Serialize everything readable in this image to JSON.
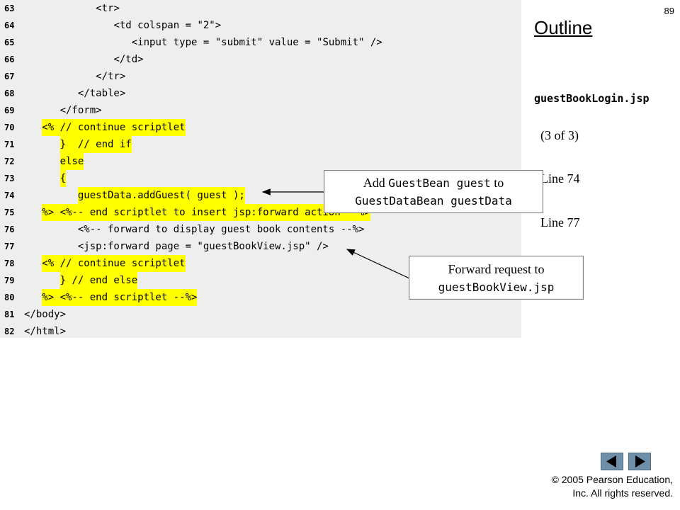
{
  "page_number": "89",
  "outline": {
    "title": "Outline",
    "file": "guestBookLogin.jsp",
    "part": "(3 of 3)",
    "line_refs": [
      "Line 74",
      "Line 77"
    ]
  },
  "code_lines": [
    {
      "num": "63",
      "text": "            <tr>",
      "highlight": false
    },
    {
      "num": "64",
      "text": "               <td colspan = \"2\">",
      "highlight": false
    },
    {
      "num": "65",
      "text": "                  <input type = \"submit\" value = \"Submit\" />",
      "highlight": false
    },
    {
      "num": "66",
      "text": "               </td>",
      "highlight": false
    },
    {
      "num": "67",
      "text": "            </tr>",
      "highlight": false
    },
    {
      "num": "68",
      "text": "         </table>",
      "highlight": false
    },
    {
      "num": "69",
      "text": "      </form>",
      "highlight": false
    },
    {
      "num": "70",
      "text": "   <% // continue scriptlet",
      "highlight": true
    },
    {
      "num": "71",
      "text": "      }  // end if",
      "highlight": true
    },
    {
      "num": "72",
      "text": "      else",
      "highlight": true
    },
    {
      "num": "73",
      "text": "      {",
      "highlight": true
    },
    {
      "num": "74",
      "text": "         guestData.addGuest( guest );",
      "highlight": true
    },
    {
      "num": "75",
      "text": "   %> <%-- end scriptlet to insert jsp:forward action --%>",
      "highlight": true
    },
    {
      "num": "76",
      "text": "         <%-- forward to display guest book contents --%>",
      "highlight": false
    },
    {
      "num": "77",
      "text": "         <jsp:forward page = \"guestBookView.jsp\" />",
      "highlight": false
    },
    {
      "num": "78",
      "text": "   <% // continue scriptlet",
      "highlight": true
    },
    {
      "num": "79",
      "text": "      } // end else",
      "highlight": true
    },
    {
      "num": "80",
      "text": "   %> <%-- end scriptlet --%>",
      "highlight": true
    },
    {
      "num": "81",
      "text": "</body>",
      "highlight": false
    },
    {
      "num": "82",
      "text": "</html>",
      "highlight": false
    }
  ],
  "callouts": {
    "add_guest": {
      "line1_prefix": "Add ",
      "line1_code": "GuestBean guest",
      "line1_suffix": " to",
      "line2_code": "GuestDataBean guestData"
    },
    "forward": {
      "line1": "Forward request to",
      "line2_code": "guestBookView.jsp"
    }
  },
  "navigation": {
    "prev_icon": "triangle-left-icon",
    "next_icon": "triangle-right-icon",
    "color": "#6f8fa8"
  },
  "copyright": {
    "line1": "© 2005 Pearson Education,",
    "line2": "Inc.  All rights reserved."
  },
  "colors": {
    "code_background": "#eeeeee",
    "highlight": "#ffff00"
  }
}
